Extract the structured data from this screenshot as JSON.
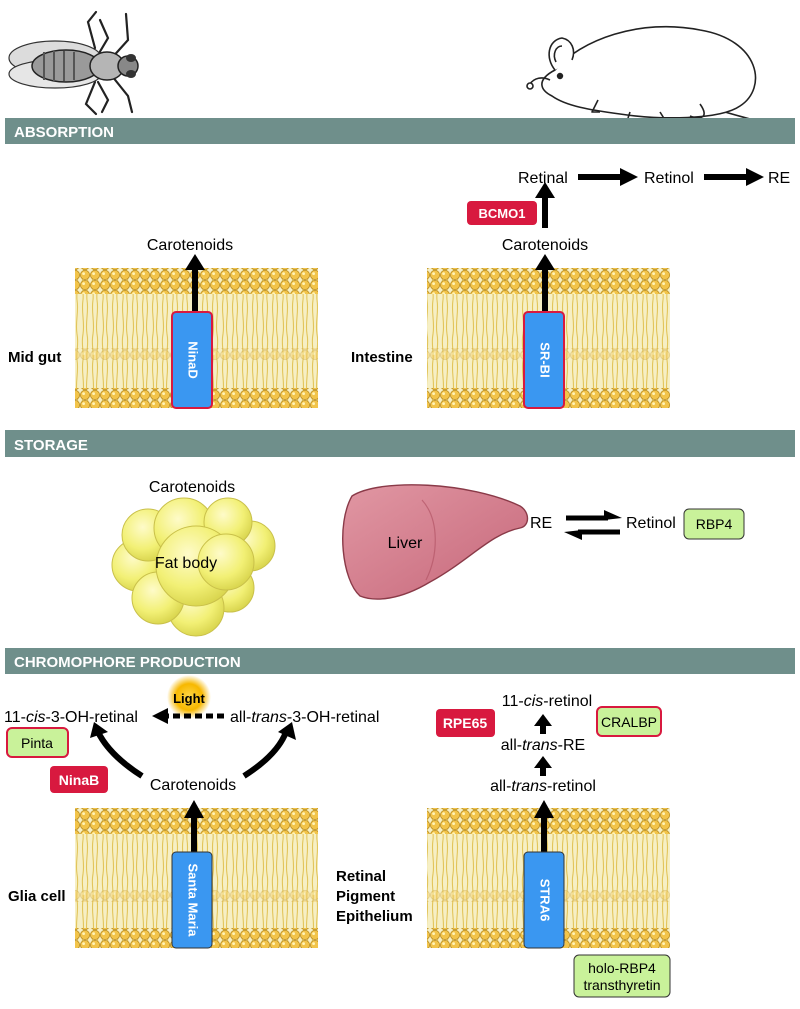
{
  "colors": {
    "banner": "#6f8f8b",
    "red_protein": "#d8193f",
    "green_protein": "#c9f29a",
    "transporter_blue": "#3a97f1",
    "membrane_head": "#f2c44a",
    "membrane_tail": "#f0e7a0",
    "liver": "#d07888",
    "fat_body": "#f2f075",
    "light_glow": "#f7b800"
  },
  "sections": {
    "absorption": "ABSORPTION",
    "storage": "STORAGE",
    "chromophore": "CHROMOPHORE PRODUCTION"
  },
  "absorption": {
    "left": {
      "tissue": "Mid gut",
      "transporter": "NinaD",
      "product": "Carotenoids"
    },
    "right": {
      "tissue": "Intestine",
      "transporter": "SR-BI",
      "product": "Carotenoids",
      "enzyme": "BCMO1",
      "pathway": [
        "Retinal",
        "Retinol",
        "RE"
      ]
    }
  },
  "storage": {
    "fat_title": "Carotenoids",
    "fat_label": "Fat body",
    "liver_label": "Liver",
    "re": "RE",
    "retinol": "Retinol",
    "binding_protein": "RBP4"
  },
  "chromophore": {
    "left": {
      "tissue": "Glia cell",
      "transporter": "Santa Maria",
      "source": "Carotenoids",
      "enzyme": "NinaB",
      "light": "Light",
      "product_left": {
        "prefix": "11-",
        "italic": "cis",
        "suffix": "-3-OH-retinal"
      },
      "product_right": {
        "prefix": "all-",
        "italic": "trans",
        "suffix": "-3-OH-retinal"
      },
      "binding_protein": "Pinta"
    },
    "right": {
      "tissue_lines": [
        "Retinal",
        "Pigment",
        "Epithelium"
      ],
      "transporter": "STRA6",
      "step1": {
        "prefix": "all-",
        "italic": "trans",
        "suffix": "-retinol"
      },
      "step2": {
        "prefix": "all-",
        "italic": "trans",
        "suffix": "-RE"
      },
      "step3": {
        "prefix": "11-",
        "italic": "cis",
        "suffix": "-retinol"
      },
      "enzyme": "RPE65",
      "binding_protein": "CRALBP",
      "carrier_lines": [
        "holo-RBP4",
        "transthyretin"
      ]
    }
  }
}
